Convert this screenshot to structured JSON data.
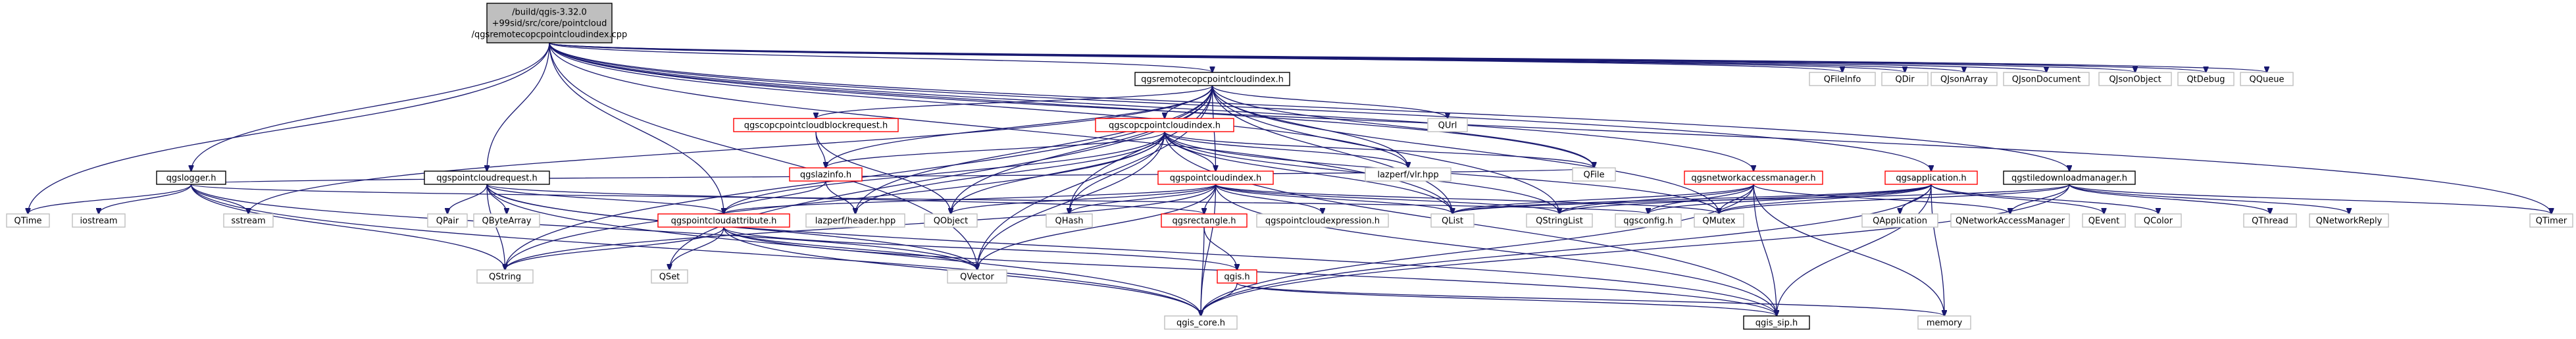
{
  "colors": {
    "root_fill": "#bfbfbf",
    "root_stroke": "#000000",
    "doc_stroke": "#000000",
    "red_stroke": "#ff0000",
    "plain_stroke": "#bfbfbf",
    "edge": "#191970"
  },
  "nodes": {
    "root": {
      "lines": [
        "/build/qgis-3.32.0",
        "+99sid/src/core/pointcloud",
        "/qgsremotecopcpointcloudindex.cpp"
      ],
      "kind": "root"
    },
    "remoteh": {
      "lines": [
        "qgsremotecopcpointcloudindex.h"
      ],
      "kind": "doc"
    },
    "qfileinfo": {
      "lines": [
        "QFileInfo"
      ],
      "kind": "plain"
    },
    "qdir": {
      "lines": [
        "QDir"
      ],
      "kind": "plain"
    },
    "qjsonarray": {
      "lines": [
        "QJsonArray"
      ],
      "kind": "plain"
    },
    "qjsondocument": {
      "lines": [
        "QJsonDocument"
      ],
      "kind": "plain"
    },
    "qjsonobject": {
      "lines": [
        "QJsonObject"
      ],
      "kind": "plain"
    },
    "qtdebug": {
      "lines": [
        "QtDebug"
      ],
      "kind": "plain"
    },
    "qqueue": {
      "lines": [
        "QQueue"
      ],
      "kind": "plain"
    },
    "blockreq": {
      "lines": [
        "qgscopcpointcloudblockrequest.h"
      ],
      "kind": "red"
    },
    "copcindex": {
      "lines": [
        "qgscopcpointcloudindex.h"
      ],
      "kind": "red"
    },
    "qurl": {
      "lines": [
        "QUrl"
      ],
      "kind": "plain"
    },
    "lazvlr": {
      "lines": [
        "lazperf/vlr.hpp"
      ],
      "kind": "plain"
    },
    "qfile": {
      "lines": [
        "QFile"
      ],
      "kind": "plain"
    },
    "lazinfo": {
      "lines": [
        "qgslazinfo.h"
      ],
      "kind": "red"
    },
    "logger": {
      "lines": [
        "qgslogger.h"
      ],
      "kind": "doc"
    },
    "pcrequest": {
      "lines": [
        "qgspointcloudrequest.h"
      ],
      "kind": "doc"
    },
    "pcindex": {
      "lines": [
        "qgspointcloudindex.h"
      ],
      "kind": "red"
    },
    "netmgr": {
      "lines": [
        "qgsnetworkaccessmanager.h"
      ],
      "kind": "red"
    },
    "app": {
      "lines": [
        "qgsapplication.h"
      ],
      "kind": "red"
    },
    "tiledl": {
      "lines": [
        "qgstiledownloadmanager.h"
      ],
      "kind": "doc"
    },
    "qtime": {
      "lines": [
        "QTime"
      ],
      "kind": "plain"
    },
    "iostream": {
      "lines": [
        "iostream"
      ],
      "kind": "plain"
    },
    "sstream": {
      "lines": [
        "sstream"
      ],
      "kind": "plain"
    },
    "qpair": {
      "lines": [
        "QPair"
      ],
      "kind": "plain"
    },
    "qbytearray": {
      "lines": [
        "QByteArray"
      ],
      "kind": "plain"
    },
    "pcattr": {
      "lines": [
        "qgspointcloudattribute.h"
      ],
      "kind": "red"
    },
    "lazheader": {
      "lines": [
        "lazperf/header.hpp"
      ],
      "kind": "plain"
    },
    "qobject": {
      "lines": [
        "QObject"
      ],
      "kind": "plain"
    },
    "qhash": {
      "lines": [
        "QHash"
      ],
      "kind": "plain"
    },
    "georect": {
      "lines": [
        "qgsrectangle.h"
      ],
      "kind": "red"
    },
    "pcexpr": {
      "lines": [
        "qgspointcloudexpression.h"
      ],
      "kind": "plain"
    },
    "qlist": {
      "lines": [
        "QList"
      ],
      "kind": "plain"
    },
    "qstringlist": {
      "lines": [
        "QStringList"
      ],
      "kind": "plain"
    },
    "qgsconfig": {
      "lines": [
        "qgsconfig.h"
      ],
      "kind": "plain"
    },
    "qmutex": {
      "lines": [
        "QMutex"
      ],
      "kind": "plain"
    },
    "qapplication": {
      "lines": [
        "QApplication"
      ],
      "kind": "plain"
    },
    "qnam": {
      "lines": [
        "QNetworkAccessManager"
      ],
      "kind": "plain"
    },
    "qevent": {
      "lines": [
        "QEvent"
      ],
      "kind": "plain"
    },
    "qcolor": {
      "lines": [
        "QColor"
      ],
      "kind": "plain"
    },
    "qthread": {
      "lines": [
        "QThread"
      ],
      "kind": "plain"
    },
    "qnetreply": {
      "lines": [
        "QNetworkReply"
      ],
      "kind": "plain"
    },
    "qtimer": {
      "lines": [
        "QTimer"
      ],
      "kind": "plain"
    },
    "qstring": {
      "lines": [
        "QString"
      ],
      "kind": "plain"
    },
    "qset": {
      "lines": [
        "QSet"
      ],
      "kind": "plain"
    },
    "qvector": {
      "lines": [
        "QVector"
      ],
      "kind": "plain"
    },
    "qgish": {
      "lines": [
        "qgis.h"
      ],
      "kind": "red"
    },
    "qgiscore": {
      "lines": [
        "qgis_core.h"
      ],
      "kind": "plain"
    },
    "qgissip": {
      "lines": [
        "qgis_sip.h"
      ],
      "kind": "doc"
    },
    "memory": {
      "lines": [
        "memory"
      ],
      "kind": "plain"
    }
  },
  "edges": [
    [
      "root",
      "remoteh"
    ],
    [
      "root",
      "qfileinfo"
    ],
    [
      "root",
      "qdir"
    ],
    [
      "root",
      "qjsonarray"
    ],
    [
      "root",
      "qjsondocument"
    ],
    [
      "root",
      "qjsonobject"
    ],
    [
      "root",
      "qtdebug"
    ],
    [
      "root",
      "qqueue"
    ],
    [
      "root",
      "logger"
    ],
    [
      "root",
      "pcrequest"
    ],
    [
      "root",
      "pcattr"
    ],
    [
      "root",
      "qfile"
    ],
    [
      "root",
      "netmgr"
    ],
    [
      "root",
      "app"
    ],
    [
      "root",
      "tiledl"
    ],
    [
      "root",
      "qtime"
    ],
    [
      "root",
      "qtimer"
    ],
    [
      "root",
      "qvector"
    ],
    [
      "root",
      "lazvlr"
    ],
    [
      "root",
      "qlist"
    ],
    [
      "remoteh",
      "blockreq"
    ],
    [
      "remoteh",
      "copcindex"
    ],
    [
      "remoteh",
      "qurl"
    ],
    [
      "remoteh",
      "lazvlr"
    ],
    [
      "remoteh",
      "qfile"
    ],
    [
      "remoteh",
      "lazinfo"
    ],
    [
      "remoteh",
      "pcindex"
    ],
    [
      "remoteh",
      "sstream"
    ],
    [
      "remoteh",
      "qstring"
    ],
    [
      "remoteh",
      "qset"
    ],
    [
      "remoteh",
      "qvector"
    ],
    [
      "remoteh",
      "qlist"
    ],
    [
      "remoteh",
      "qstringlist"
    ],
    [
      "remoteh",
      "qhash"
    ],
    [
      "remoteh",
      "lazheader"
    ],
    [
      "remoteh",
      "qobject"
    ],
    [
      "remoteh",
      "qmutex"
    ],
    [
      "blockreq",
      "lazinfo"
    ],
    [
      "blockreq",
      "qobject"
    ],
    [
      "copcindex",
      "lazinfo"
    ],
    [
      "copcindex",
      "pcindex"
    ],
    [
      "copcindex",
      "qfile"
    ],
    [
      "copcindex",
      "lazvlr"
    ],
    [
      "copcindex",
      "lazheader"
    ],
    [
      "copcindex",
      "qobject"
    ],
    [
      "copcindex",
      "qstring"
    ],
    [
      "copcindex",
      "qhash"
    ],
    [
      "copcindex",
      "qlist"
    ],
    [
      "copcindex",
      "qstringlist"
    ],
    [
      "copcindex",
      "qvector"
    ],
    [
      "copcindex",
      "pcattr"
    ],
    [
      "copcindex",
      "qmutex"
    ],
    [
      "copcindex",
      "qgissip"
    ],
    [
      "lazinfo",
      "pcattr"
    ],
    [
      "lazinfo",
      "lazheader"
    ],
    [
      "pcindex",
      "pcattr"
    ],
    [
      "pcindex",
      "georect"
    ],
    [
      "pcindex",
      "pcexpr"
    ],
    [
      "pcindex",
      "qobject"
    ],
    [
      "pcindex",
      "qhash"
    ],
    [
      "pcindex",
      "qlist"
    ],
    [
      "pcindex",
      "qstringlist"
    ],
    [
      "pcindex",
      "qvector"
    ],
    [
      "pcindex",
      "qmutex"
    ],
    [
      "pcindex",
      "qgiscore"
    ],
    [
      "pcindex",
      "qgissip"
    ],
    [
      "pcindex",
      "qstring"
    ],
    [
      "logger",
      "qtime"
    ],
    [
      "logger",
      "iostream"
    ],
    [
      "logger",
      "sstream"
    ],
    [
      "logger",
      "qstring"
    ],
    [
      "logger",
      "qgiscore"
    ],
    [
      "logger",
      "qfile"
    ],
    [
      "logger",
      "qgsconfig"
    ],
    [
      "logger",
      "qvector"
    ],
    [
      "pcrequest",
      "qpair"
    ],
    [
      "pcrequest",
      "qbytearray"
    ],
    [
      "pcrequest",
      "pcattr"
    ],
    [
      "pcrequest",
      "qstring"
    ],
    [
      "pcrequest",
      "qvector"
    ],
    [
      "pcrequest",
      "georect"
    ],
    [
      "pcrequest",
      "qgiscore"
    ],
    [
      "pcrequest",
      "qgissip"
    ],
    [
      "pcattr",
      "qstring"
    ],
    [
      "pcattr",
      "qset"
    ],
    [
      "pcattr",
      "qvector"
    ],
    [
      "pcattr",
      "qgish"
    ],
    [
      "pcattr",
      "qgiscore"
    ],
    [
      "pcattr",
      "qgissip"
    ],
    [
      "georect",
      "qgish"
    ],
    [
      "georect",
      "qgiscore"
    ],
    [
      "qgish",
      "qgiscore"
    ],
    [
      "qgish",
      "qgissip"
    ],
    [
      "qgish",
      "memory"
    ],
    [
      "netmgr",
      "qlist"
    ],
    [
      "netmgr",
      "qgsconfig"
    ],
    [
      "netmgr",
      "qmutex"
    ],
    [
      "netmgr",
      "qstringlist"
    ],
    [
      "netmgr",
      "qnam"
    ],
    [
      "netmgr",
      "qgiscore"
    ],
    [
      "netmgr",
      "qgissip"
    ],
    [
      "netmgr",
      "memory"
    ],
    [
      "app",
      "qlist"
    ],
    [
      "app",
      "qgsconfig"
    ],
    [
      "app",
      "qapplication"
    ],
    [
      "app",
      "qevent"
    ],
    [
      "app",
      "qcolor"
    ],
    [
      "app",
      "qstringlist"
    ],
    [
      "app",
      "qgiscore"
    ],
    [
      "app",
      "qgissip"
    ],
    [
      "app",
      "qmutex"
    ],
    [
      "app",
      "memory"
    ],
    [
      "tiledl",
      "qthread"
    ],
    [
      "tiledl",
      "qnetreply"
    ],
    [
      "tiledl",
      "qmutex"
    ],
    [
      "tiledl",
      "qtimer"
    ],
    [
      "tiledl",
      "qnam"
    ],
    [
      "tiledl",
      "qgiscore"
    ],
    [
      "tiledl",
      "qlist"
    ]
  ]
}
